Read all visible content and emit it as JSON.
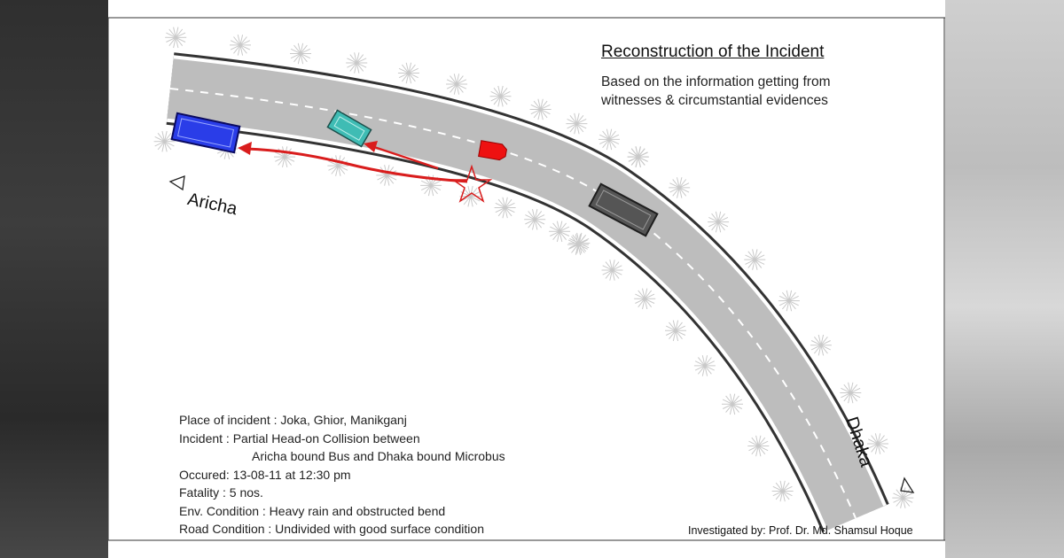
{
  "title": "Reconstruction of the Incident",
  "subtitle": "Based on the information getting from witnesses & circumstantial evidences",
  "locations": {
    "west": "Aricha",
    "east": "Dhaka"
  },
  "info": {
    "place": "Place of incident :  Joka, Ghior, Manikganj",
    "incident_1": "Incident : Partial Head-on Collision between",
    "incident_2": "Aricha bound Bus and Dhaka bound Microbus",
    "occurred": "Occured: 13-08-11 at 12:30 pm",
    "fatality": "Fatality  :  5 nos.",
    "env": "Env. Condition   :  Heavy rain and obstructed bend",
    "road": "Road Condition :  Undivided with good surface condition"
  },
  "investigator": "Investigated by:  Prof. Dr. Md. Shamsul Hoque",
  "colors": {
    "road": "#bdbdbd",
    "blue_vehicle": "#2a3de8",
    "teal_vehicle": "#3fbcb4",
    "red_vehicle": "#ee1111",
    "dark_vehicle": "#555555",
    "arrow": "#d91d1d"
  }
}
